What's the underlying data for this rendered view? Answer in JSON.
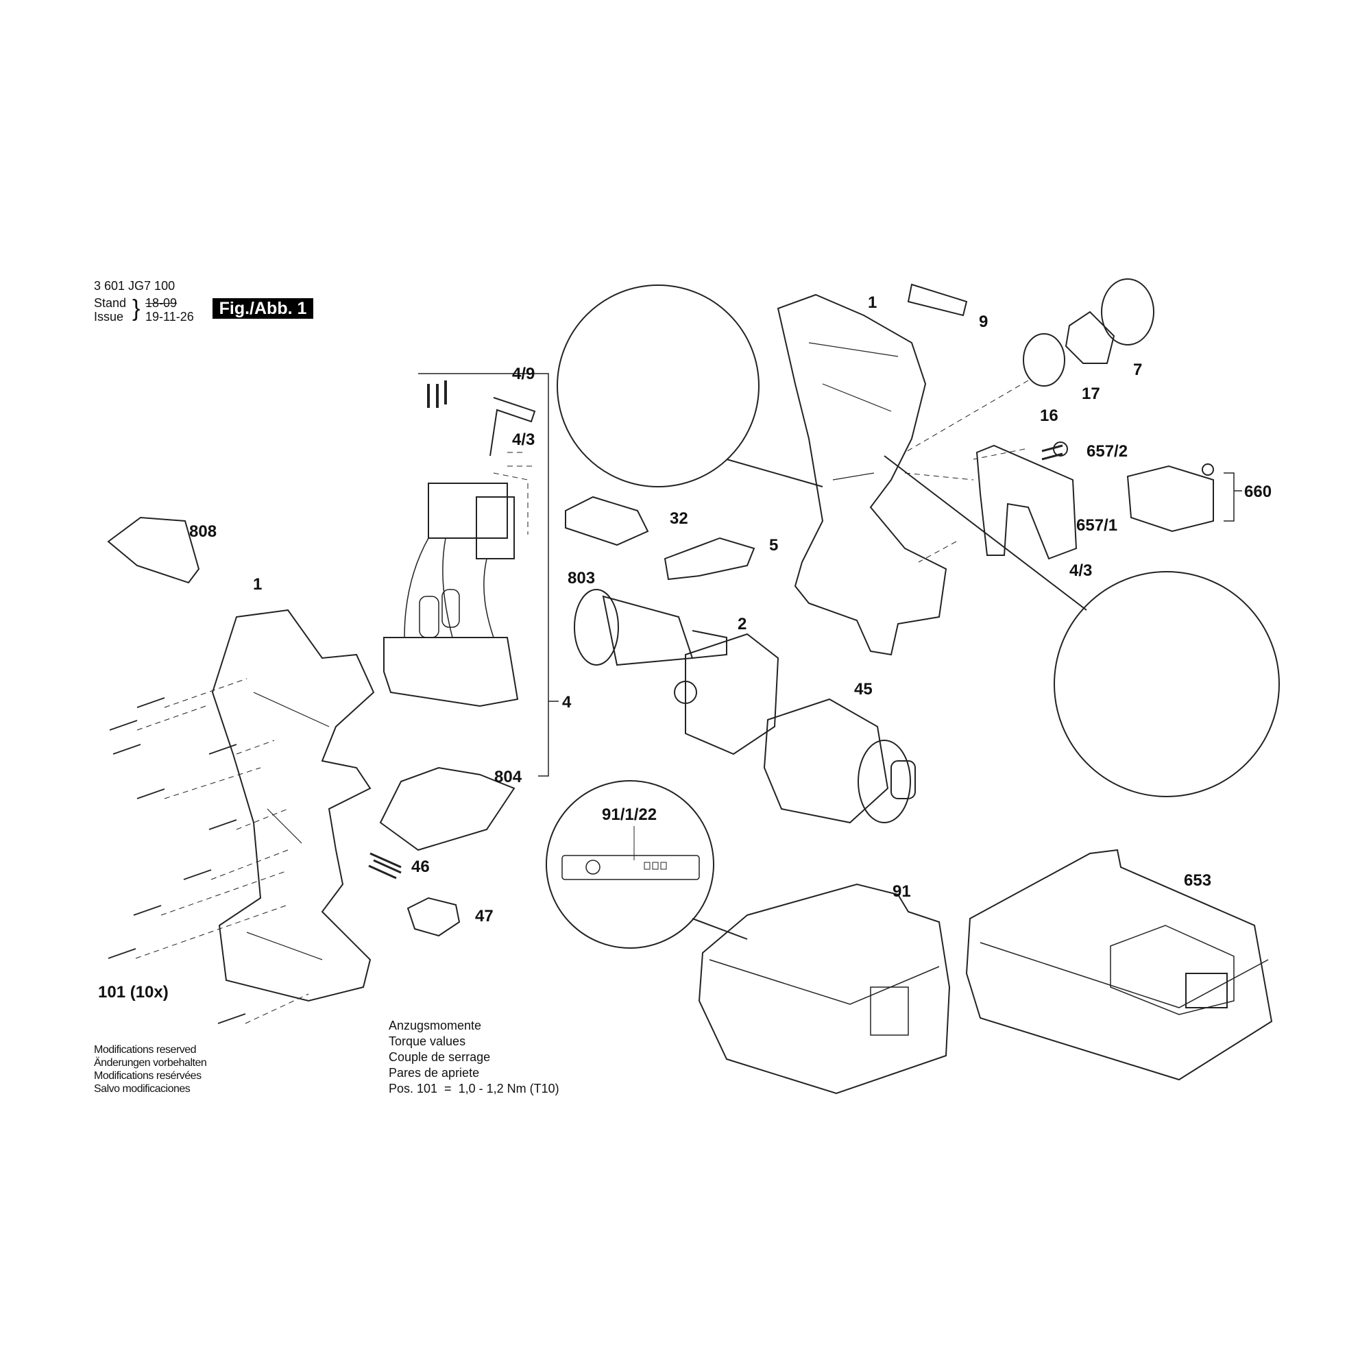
{
  "header": {
    "part_number": "3 601 JG7 100",
    "stand_label": "Stand",
    "issue_label": "Issue",
    "old_date": "18-09",
    "issue_date": "19-11-26",
    "figure_label": "Fig./Abb. 1"
  },
  "callouts": [
    "1",
    "9",
    "7",
    "17",
    "16",
    "657/2",
    "660",
    "657/1",
    "4/3",
    "4/9",
    "4/3",
    "32",
    "5",
    "803",
    "2",
    "45",
    "4",
    "804",
    "808",
    "1",
    "46",
    "47",
    "101 (10x)",
    "91/1/22",
    "91",
    "653"
  ],
  "notes": {
    "modifications": [
      "Modifications reserved",
      "Änderungen vorbehalten",
      "Modifications resérvées",
      "Salvo modificaciones"
    ],
    "torque": [
      "Anzugsmomente",
      "Torque values",
      "Couple de serrage",
      "Pares de apriete",
      "Pos. 101  =  1,0 - 1,2 Nm (T10)"
    ]
  }
}
